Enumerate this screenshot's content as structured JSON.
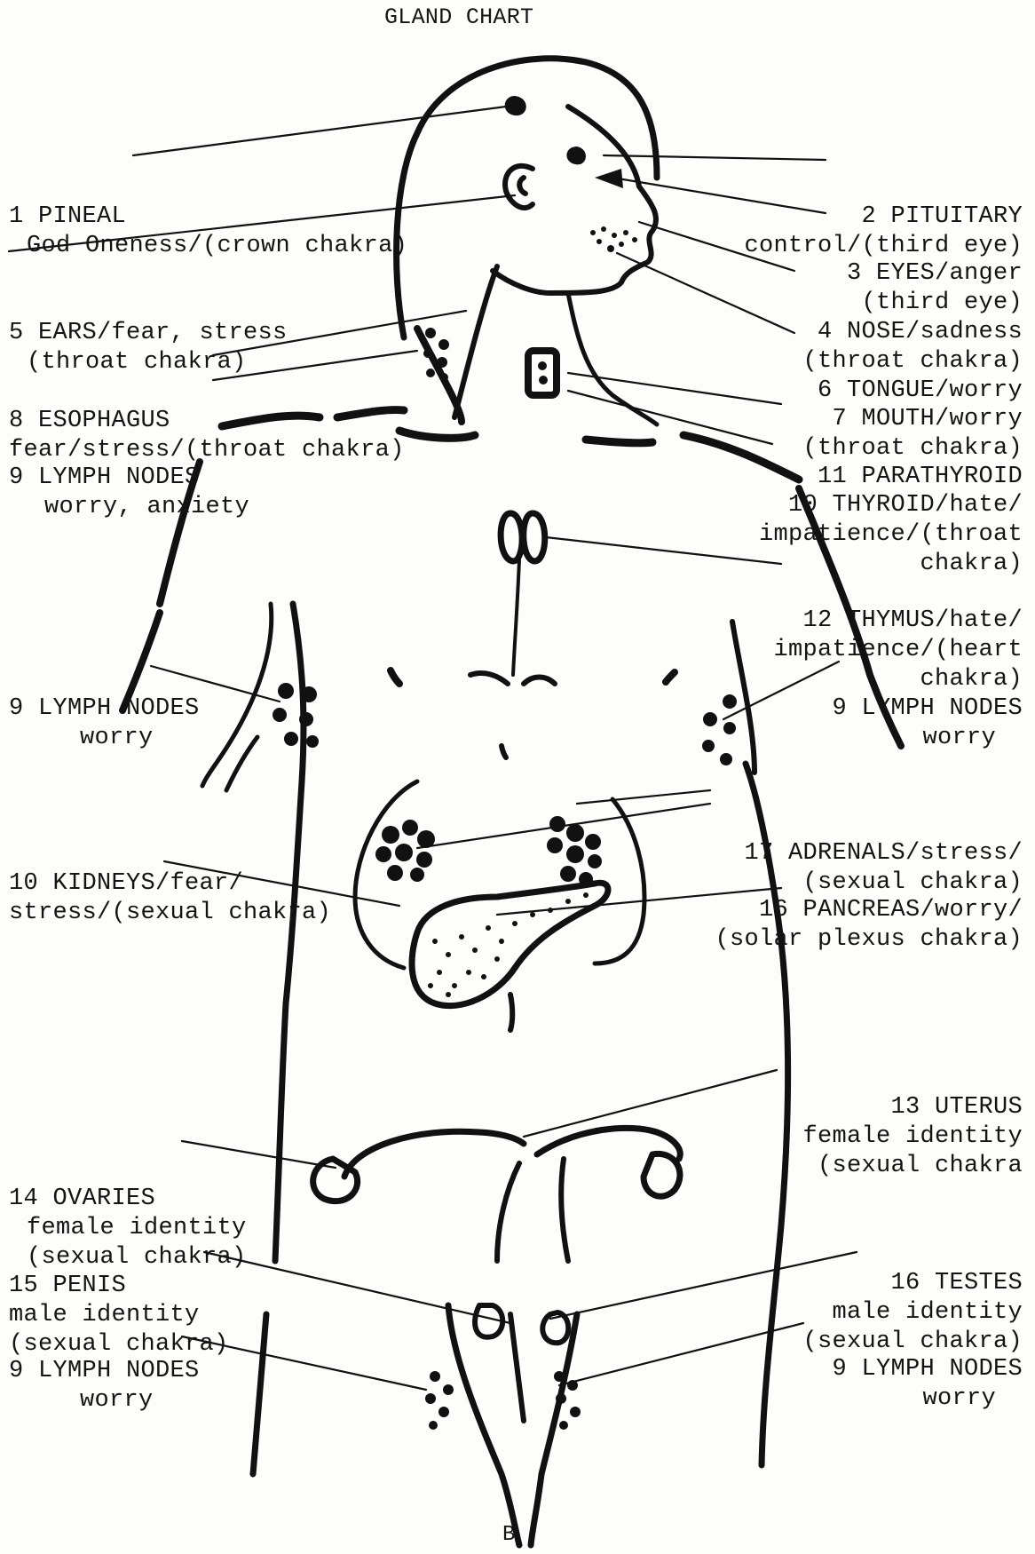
{
  "title": "GLAND CHART",
  "page_letter": "B",
  "labels": {
    "pineal": [
      "1 PINEAL",
      "God Oneness/(crown chakra)"
    ],
    "pituitary": [
      "2 PITUITARY",
      "control/(third eye)"
    ],
    "eyes": [
      "3 EYES/anger",
      "(third eye)"
    ],
    "nose": [
      "4 NOSE/sadness",
      "(throat chakra)"
    ],
    "ears": [
      "5 EARS/fear, stress",
      "(throat chakra)"
    ],
    "tongue": [
      "6 TONGUE/worry"
    ],
    "mouth": [
      "7 MOUTH/worry",
      "(throat chakra)"
    ],
    "esophagus": [
      "8 ESOPHAGUS",
      "fear/stress/(throat chakra)"
    ],
    "lymph_neck": [
      "9 LYMPH NODES",
      "worry, anxiety"
    ],
    "parathyroid": [
      "11 PARATHYROID"
    ],
    "thyroid": [
      "10 THYROID/hate/",
      "impatience/(throat",
      "chakra)"
    ],
    "thymus": [
      "12 THYMUS/hate/",
      "impatience/(heart",
      "chakra)"
    ],
    "lymph_arm_left": [
      "9 LYMPH NODES",
      "worry"
    ],
    "lymph_arm_right": [
      "9 LYMPH NODES",
      "worry"
    ],
    "kidneys": [
      "10 KIDNEYS/fear/",
      "stress/(sexual chakra)"
    ],
    "adrenals": [
      "17 ADRENALS/stress/",
      "(sexual chakra)"
    ],
    "pancreas": [
      "16 PANCREAS/worry/",
      "(solar plexus chakra)"
    ],
    "uterus": [
      "13 UTERUS",
      "female identity",
      "(sexual chakra"
    ],
    "ovaries": [
      "14 OVARIES",
      "female identity",
      "(sexual chakra)"
    ],
    "penis": [
      "15 PENIS",
      "male identity",
      "(sexual chakra)"
    ],
    "testes": [
      "16 TESTES",
      "male identity",
      "(sexual chakra)"
    ],
    "lymph_groin_left": [
      "9 LYMPH NODES",
      "worry"
    ],
    "lymph_groin_right": [
      "9 LYMPH NODES",
      "worry"
    ]
  }
}
